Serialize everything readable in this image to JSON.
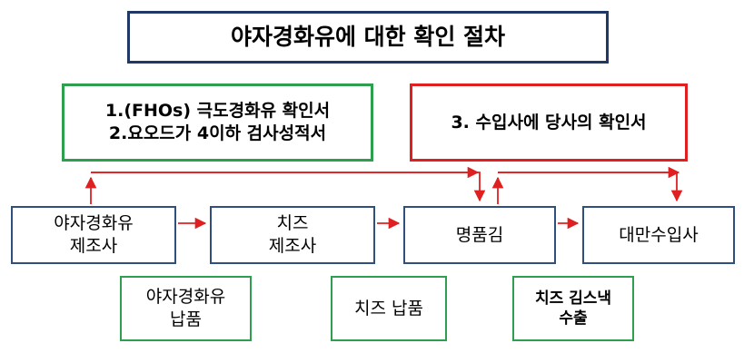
{
  "title": "야자경화유에 대한 확인 절차",
  "documents": {
    "green_lines": [
      "1.(FHOs) 극도경화유 확인서",
      "2.요오드가 4이하 검사성적서"
    ],
    "red_line": "3. 수입사에 당사의 확인서"
  },
  "nodes": [
    {
      "lines": [
        "야자경화유",
        "제조사"
      ]
    },
    {
      "lines": [
        "치즈",
        "제조사"
      ]
    },
    {
      "lines": [
        "명품김"
      ]
    },
    {
      "lines": [
        "대만수입사"
      ]
    }
  ],
  "steps": [
    {
      "lines": [
        "야자경화유",
        "납품"
      ]
    },
    {
      "lines": [
        "치즈 납품"
      ]
    },
    {
      "lines": [
        "치즈 김스낵",
        "수출"
      ]
    }
  ],
  "colors": {
    "arrow": "#e02020",
    "title_border": "#1f3864",
    "green": "#2e9e4f",
    "red": "#e02020",
    "node_border": "#2f4f7f"
  }
}
